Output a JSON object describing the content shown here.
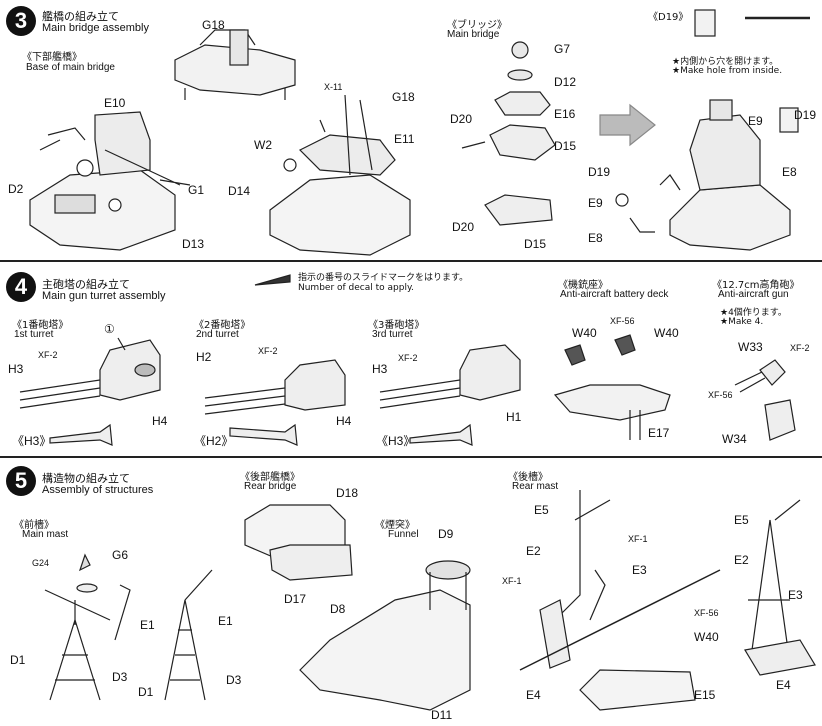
{
  "step3": {
    "number": "3",
    "title_jp": "艦橋の組み立て",
    "title_en": "Main bridge assembly",
    "sub1_jp": "《下部艦橋》",
    "sub1_en": "Base of main bridge",
    "sub2_jp": "《ブリッジ》",
    "sub2_en": "Main bridge",
    "d19_box": "《D19》",
    "note_jp": "★内側から穴を開けます。",
    "note_en": "★Make hole from inside.",
    "parts": {
      "g18a": "G18",
      "e10": "E10",
      "d2": "D2",
      "g1": "G1",
      "d13": "D13",
      "x11": "X-11",
      "g18b": "G18",
      "w2": "W2",
      "e11": "E11",
      "d14": "D14",
      "g7": "G7",
      "d12": "D12",
      "e16": "E16",
      "d20a": "D20",
      "d15a": "D15",
      "d20b": "D20",
      "d15b": "D15",
      "d19a": "D19",
      "e9a": "E9",
      "e8a": "E8",
      "d19b": "D19",
      "e9b": "E9",
      "e8b": "E8"
    }
  },
  "step4": {
    "number": "4",
    "title_jp": "主砲塔の組み立て",
    "title_en": "Main gun turret assembly",
    "decal_jp": "指示の番号のスライドマークをはります。",
    "decal_en": "Number of decal to apply.",
    "t1_jp": "《1番砲塔》",
    "t1_en": "1st turret",
    "t2_jp": "《2番砲塔》",
    "t2_en": "2nd turret",
    "t3_jp": "《3番砲塔》",
    "t3_en": "3rd turret",
    "aa_jp": "《機銃座》",
    "aa_en": "Anti-aircraft battery deck",
    "gun_jp": "《12.7cm高角砲》",
    "gun_en": "Anti-aircraft gun",
    "make_jp": "★4個作ります。",
    "make_en": "★Make 4.",
    "decal_circle": "①",
    "parts": {
      "xf2a": "XF-2",
      "h3a": "H3",
      "h4a": "H4",
      "h2": "H2",
      "xf2b": "XF-2",
      "h4b": "H4",
      "h3b": "H3",
      "xf2c": "XF-2",
      "h1": "H1",
      "h3c": "《H3》",
      "h2c": "《H2》",
      "h3d": "《H3》",
      "xf56a": "XF-56",
      "w40a": "W40",
      "w40b": "W40",
      "e17": "E17",
      "w33": "W33",
      "xf2d": "XF-2",
      "xf56b": "XF-56",
      "w34": "W34"
    }
  },
  "step5": {
    "number": "5",
    "title_jp": "構造物の組み立て",
    "title_en": "Assembly of structures",
    "foremast_jp": "《前檣》",
    "foremast_en": "Main mast",
    "rearbridge_jp": "《後部艦橋》",
    "rearbridge_en": "Rear bridge",
    "funnel_jp": "《煙突》",
    "funnel_en": "Funnel",
    "rearmast_jp": "《後檣》",
    "rearmast_en": "Rear mast",
    "parts": {
      "g24": "G24",
      "g6": "G6",
      "e1a": "E1",
      "d1a": "D1",
      "d3a": "D3",
      "e1b": "E1",
      "d1b": "D1",
      "d3b": "D3",
      "d18": "D18",
      "d17": "D17",
      "d9": "D9",
      "d8": "D8",
      "d11": "D11",
      "e5a": "E5",
      "e2a": "E2",
      "xf1a": "XF-1",
      "xf1b": "XF-1",
      "e3a": "E3",
      "e4a": "E4",
      "xf56": "XF-56",
      "w40": "W40",
      "e15": "E15",
      "e5b": "E5",
      "e2b": "E2",
      "e3b": "E3",
      "e4b": "E4"
    }
  }
}
